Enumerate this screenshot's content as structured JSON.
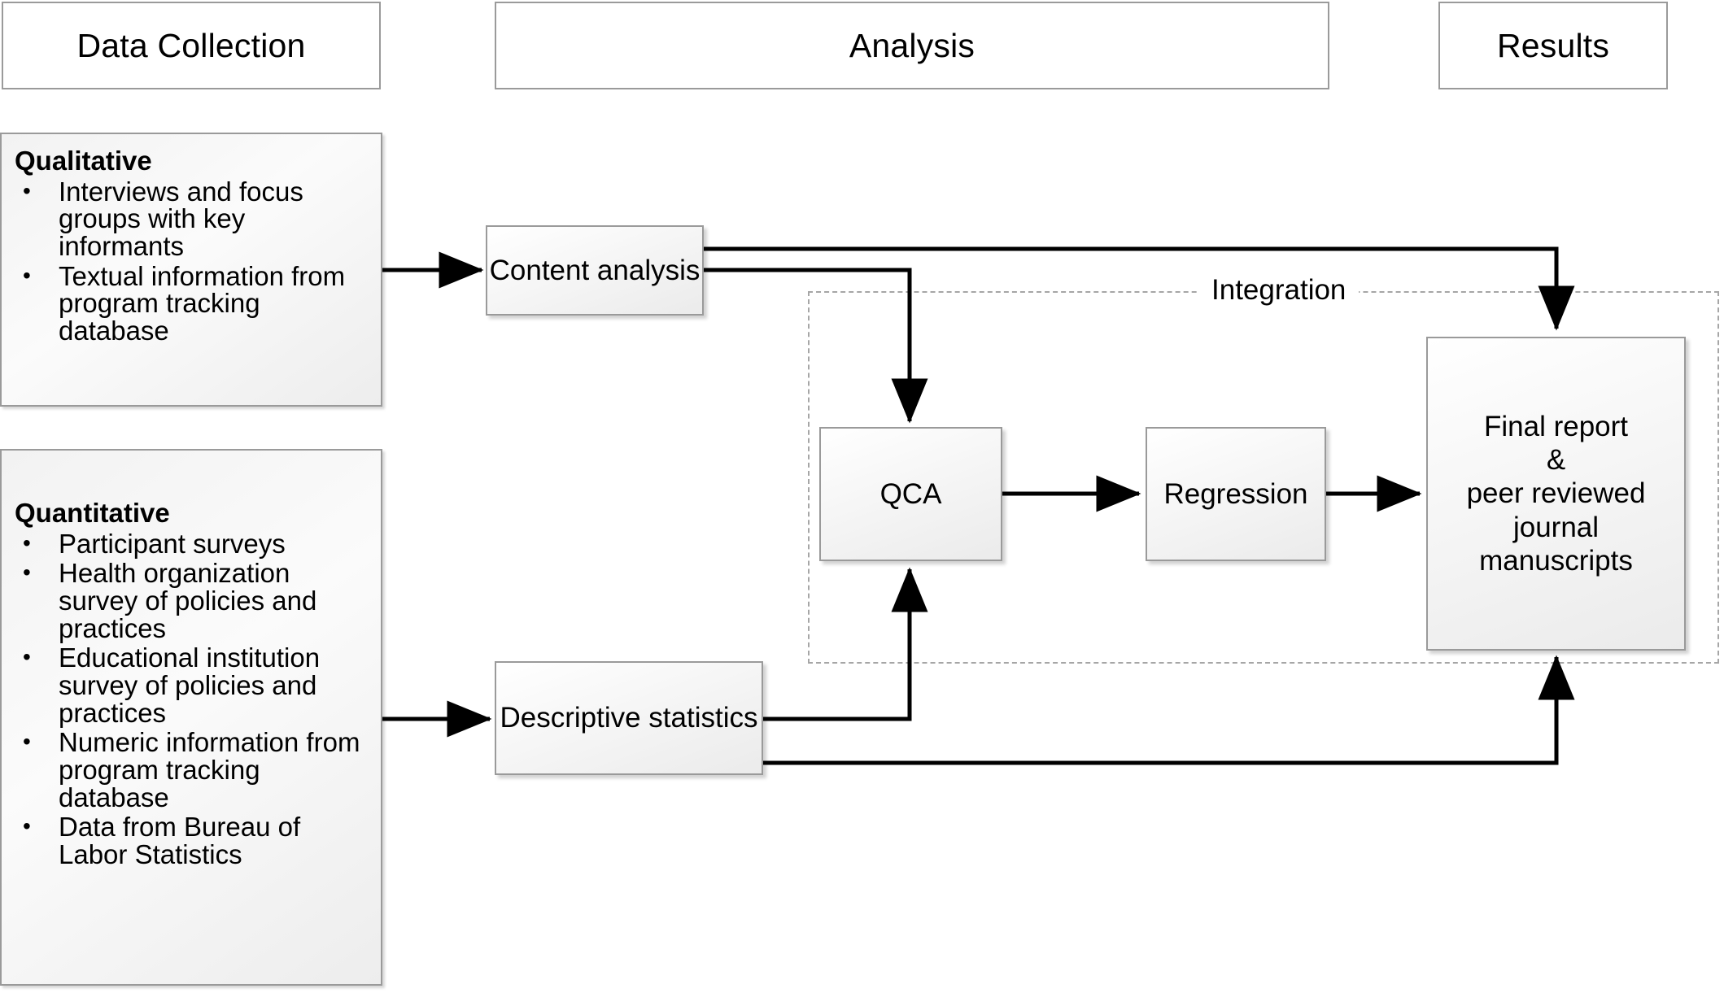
{
  "diagram": {
    "title": "Mixed-methods study design flowchart",
    "headers": [
      {
        "label": "Data Collection"
      },
      {
        "label": "Analysis"
      },
      {
        "label": "Results"
      }
    ],
    "panels": [
      {
        "title": "Qualitative",
        "items": [
          "Interviews and focus groups with key informants",
          "Textual information from program tracking database"
        ]
      },
      {
        "title": "Quantitative",
        "items": [
          "Participant surveys",
          "Health organization survey of policies and practices",
          "Educational institution survey of policies and practices",
          "Numeric information from program tracking database",
          "Data from Bureau of Labor Statistics"
        ]
      }
    ],
    "processes": {
      "content_analysis": "Content  analysis",
      "descriptive_statistics": "Descriptive statistics",
      "qca": "QCA",
      "regression": "Regression",
      "final_report": "Final report\n&\npeer reviewed\njournal\nmanuscripts"
    },
    "grouping": {
      "integration_label": "Integration"
    },
    "bullet_glyph": "•",
    "colors": {
      "box_border": "#9a9a9a",
      "box_fill": "#f4f4f4",
      "connector": "#000000",
      "dashed_border": "#a6a6a6",
      "text": "#000000",
      "background": "#ffffff"
    }
  }
}
